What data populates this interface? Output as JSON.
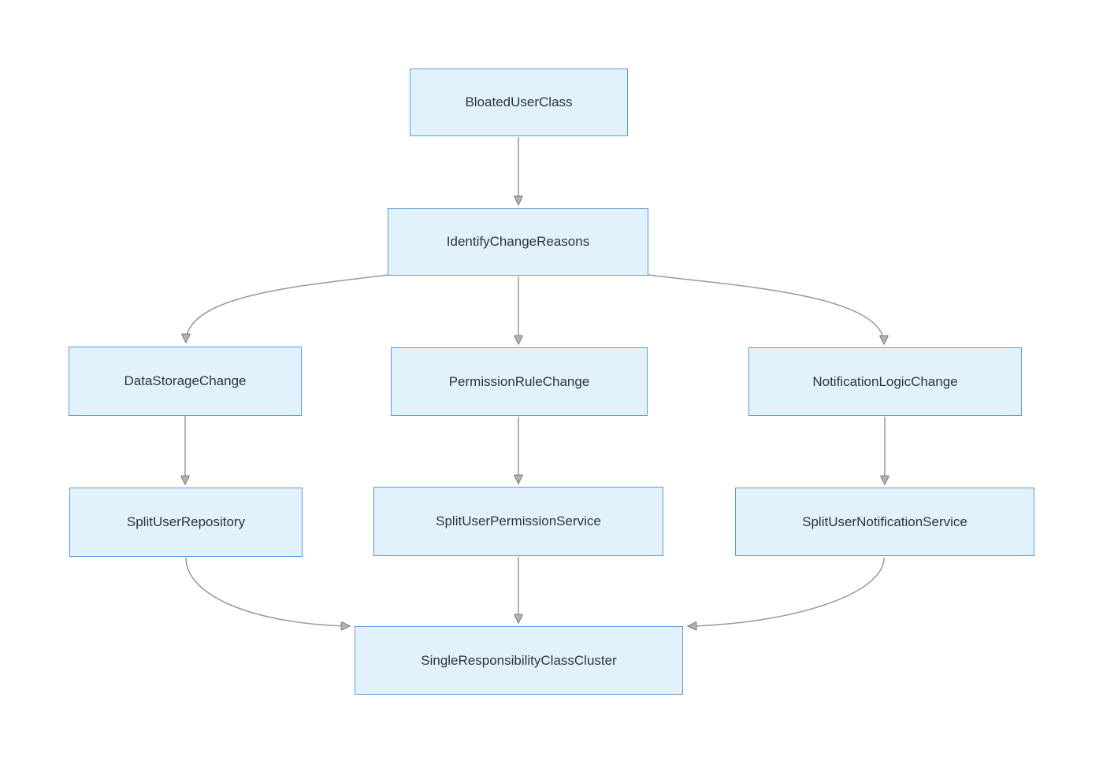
{
  "diagram": {
    "type": "flowchart",
    "direction": "top-down",
    "background_color": "#ffffff",
    "node_style": {
      "fill": "#e2f2fc",
      "border": "#5c9cd9",
      "text_color": "#2c343f"
    },
    "edge_style": {
      "line_color": "#999999",
      "arrowhead_fill": "#b3b3b3",
      "arrowhead_stroke": "#808080"
    },
    "nodes": [
      {
        "label": "BloatedUserClass"
      },
      {
        "label": "IdentifyChangeReasons"
      },
      {
        "label": "DataStorageChange"
      },
      {
        "label": "PermissionRuleChange"
      },
      {
        "label": "NotificationLogicChange"
      },
      {
        "label": "SplitUserRepository"
      },
      {
        "label": "SplitUserPermissionService"
      },
      {
        "label": "SplitUserNotificationService"
      },
      {
        "label": "SingleResponsibilityClassCluster"
      }
    ],
    "edges": [
      {
        "from": "BloatedUserClass",
        "to": "IdentifyChangeReasons"
      },
      {
        "from": "IdentifyChangeReasons",
        "to": "DataStorageChange"
      },
      {
        "from": "IdentifyChangeReasons",
        "to": "PermissionRuleChange"
      },
      {
        "from": "IdentifyChangeReasons",
        "to": "NotificationLogicChange"
      },
      {
        "from": "DataStorageChange",
        "to": "SplitUserRepository"
      },
      {
        "from": "PermissionRuleChange",
        "to": "SplitUserPermissionService"
      },
      {
        "from": "NotificationLogicChange",
        "to": "SplitUserNotificationService"
      },
      {
        "from": "SplitUserRepository",
        "to": "SingleResponsibilityClassCluster"
      },
      {
        "from": "SplitUserPermissionService",
        "to": "SingleResponsibilityClassCluster"
      },
      {
        "from": "SplitUserNotificationService",
        "to": "SingleResponsibilityClassCluster"
      }
    ]
  }
}
